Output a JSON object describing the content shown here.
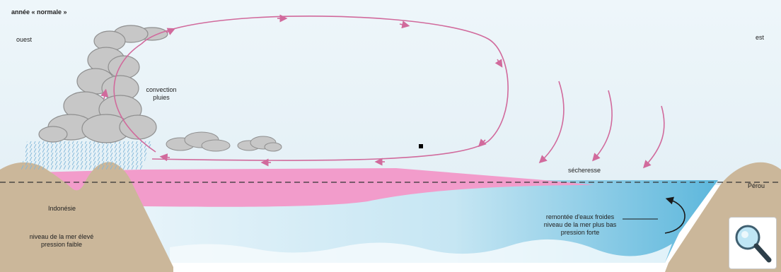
{
  "labels": {
    "title": "année « normale »",
    "west": "ouest",
    "east": "est",
    "convection_line1": "convection",
    "convection_line2": "pluies",
    "drought": "sécheresse",
    "peru": "Pérou",
    "indonesia": "Indonésie",
    "west_sea_line1": "niveau de la mer élevé",
    "west_sea_line2": "pression faible",
    "east_sea_line1": "remontée d'eaux froides",
    "east_sea_line2": "niveau de la mer plus bas",
    "east_sea_line3": "pression forte"
  },
  "icons": {
    "zoom": "magnifier-icon"
  },
  "colors": {
    "sky": "#eaf3f8",
    "warm_water": "#f29ccb",
    "cold_water": "#7cc6e3",
    "land": "#cbb79a",
    "circulation_arrows": "#d16a9c",
    "cloud": "#c4c4c4",
    "rain": "#7fb6d9"
  }
}
